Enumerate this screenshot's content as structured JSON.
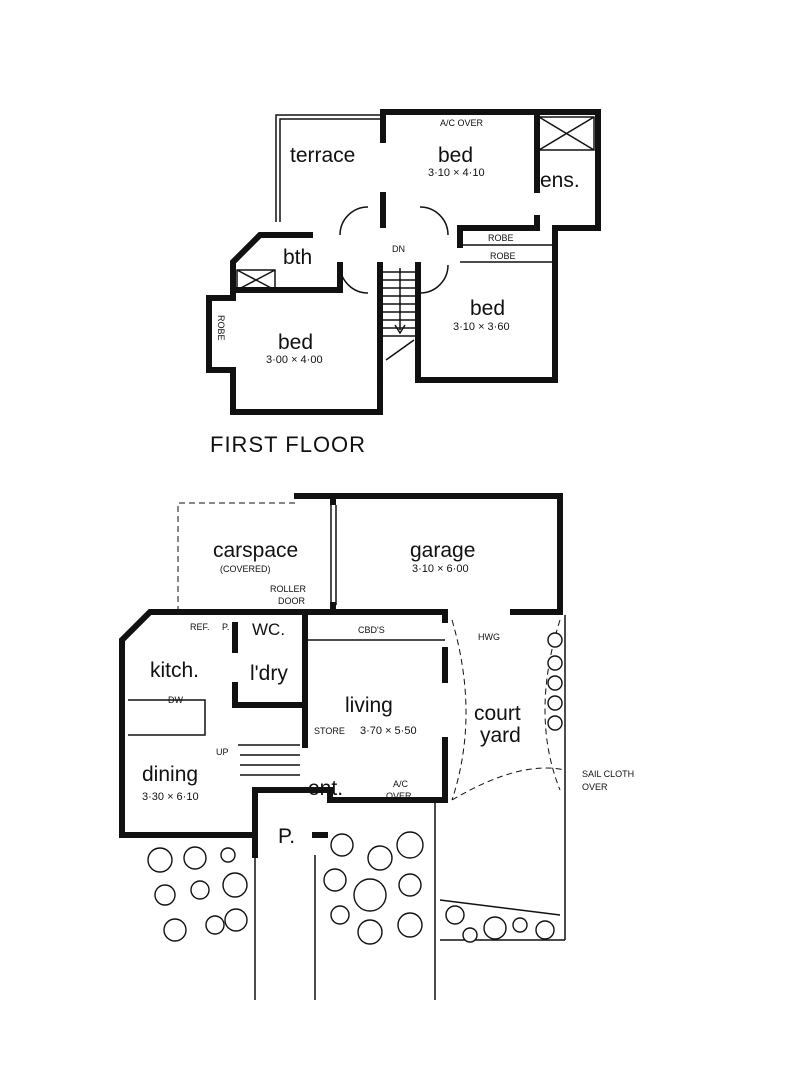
{
  "first_floor": {
    "title": "FIRST FLOOR",
    "rooms": {
      "terrace": "terrace",
      "bed1": "bed",
      "bed1_dim": "3·10 × 4·10",
      "ens": "ens.",
      "bth": "bth",
      "bed2": "bed",
      "bed2_dim": "3·10 × 3·60",
      "bed3": "bed",
      "bed3_dim": "3·00 × 4·00"
    },
    "notes": {
      "ac": "A/C OVER",
      "robe1": "ROBE",
      "robe2": "ROBE",
      "robe3": "ROBE",
      "dn": "DN"
    }
  },
  "ground_floor": {
    "rooms": {
      "carspace": "carspace",
      "carspace_note": "(COVERED)",
      "garage": "garage",
      "garage_dim": "3·10 × 6·00",
      "kitch": "kitch.",
      "ldry": "l'dry",
      "wc": "WC.",
      "living": "living",
      "living_dim": "3·70 × 5·50",
      "court": "court",
      "yard": "yard",
      "dining": "dining",
      "dining_dim": "3·30 × 6·10",
      "ent": "ent.",
      "p": "P."
    },
    "notes": {
      "roller1": "ROLLER",
      "roller2": "DOOR",
      "ref": "REF.",
      "pantry": "P.",
      "cbds": "CBD'S",
      "hwg": "HWG",
      "dw": "DW",
      "store": "STORE",
      "up": "UP",
      "ac1": "A/C",
      "ac2": "OVER",
      "sail1": "SAIL CLOTH",
      "sail2": "OVER"
    }
  }
}
